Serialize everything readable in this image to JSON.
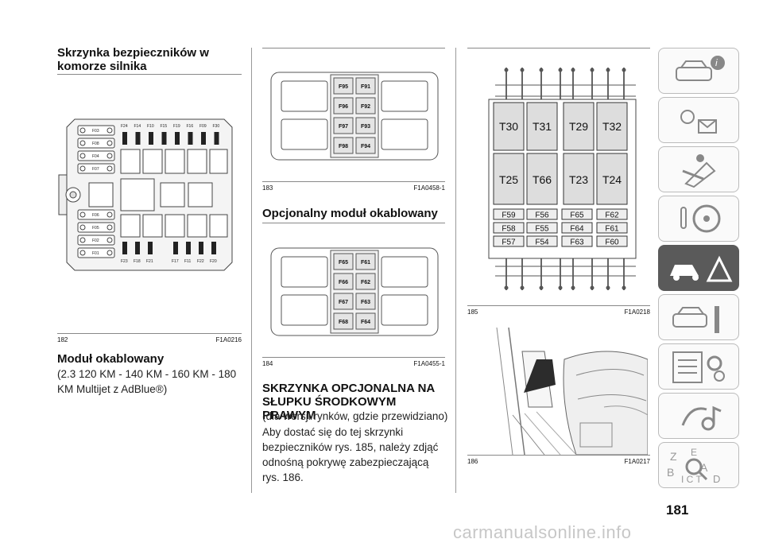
{
  "left": {
    "title": "Skrzynka bezpieczników w komorze silnika",
    "fig182": {
      "num": "182",
      "code": "F1A0216"
    },
    "fuse_top_labels": [
      "F24",
      "F14",
      "F10",
      "F15",
      "F19",
      "F16",
      "F09",
      "F30"
    ],
    "fuse_bottom_labels": [
      "F23",
      "F18",
      "F21",
      "F17",
      "F11",
      "F22",
      "F20"
    ],
    "fuse_side_labels": [
      "F03",
      "F08",
      "F04",
      "F07",
      "F06",
      "F05",
      "F02",
      "F01"
    ],
    "section2_title": "Moduł okablowany",
    "section2_text": "(2.3 120 KM - 140 KM - 160 KM - 180 KM Multijet z AdBlue®)"
  },
  "middle": {
    "fig183": {
      "num": "183",
      "code": "F1A0458-1",
      "fuses": [
        [
          "F95",
          "F91"
        ],
        [
          "F96",
          "F92"
        ],
        [
          "F97",
          "F93"
        ],
        [
          "F98",
          "F94"
        ]
      ]
    },
    "section_title": "Opcjonalny moduł okablowany",
    "fig184": {
      "num": "184",
      "code": "F1A0455-1",
      "fuses": [
        [
          "F65",
          "F61"
        ],
        [
          "F66",
          "F62"
        ],
        [
          "F67",
          "F63"
        ],
        [
          "F68",
          "F64"
        ]
      ]
    },
    "section2_title": "SKRZYNKA OPCJONALNA NA SŁUPKU ŚRODKOWYM PRAWYM",
    "section2_sub": "(dla wersji/rynków, gdzie przewidziano)",
    "section2_text": "Aby dostać się do tej skrzynki bezpieczników rys. 185, należy zdjąć odnośną pokrywę zabezpieczającą rys. 186."
  },
  "right": {
    "fig185": {
      "num": "185",
      "code": "F1A0218",
      "relays_top": [
        "T30",
        "T31",
        "T29",
        "T32"
      ],
      "relays_bottom": [
        "T25",
        "T66",
        "T23",
        "T24"
      ],
      "fuses_left": [
        [
          "F59",
          "F56"
        ],
        [
          "F58",
          "F55"
        ],
        [
          "F57",
          "F54"
        ]
      ],
      "fuses_right": [
        [
          "F65",
          "F62"
        ],
        [
          "F64",
          "F61"
        ],
        [
          "F63",
          "F60"
        ]
      ]
    },
    "fig186": {
      "num": "186",
      "code": "F1A0217"
    }
  },
  "sidebar": {
    "items": [
      "car-info-icon",
      "warning-lights-icon",
      "safety-icon",
      "driving-icon",
      "emergency-icon",
      "maintenance-icon",
      "technical-data-icon",
      "multimedia-icon",
      "index-icon"
    ],
    "active": 4
  },
  "page_number": "181",
  "watermark": "carmanualsonline.info"
}
